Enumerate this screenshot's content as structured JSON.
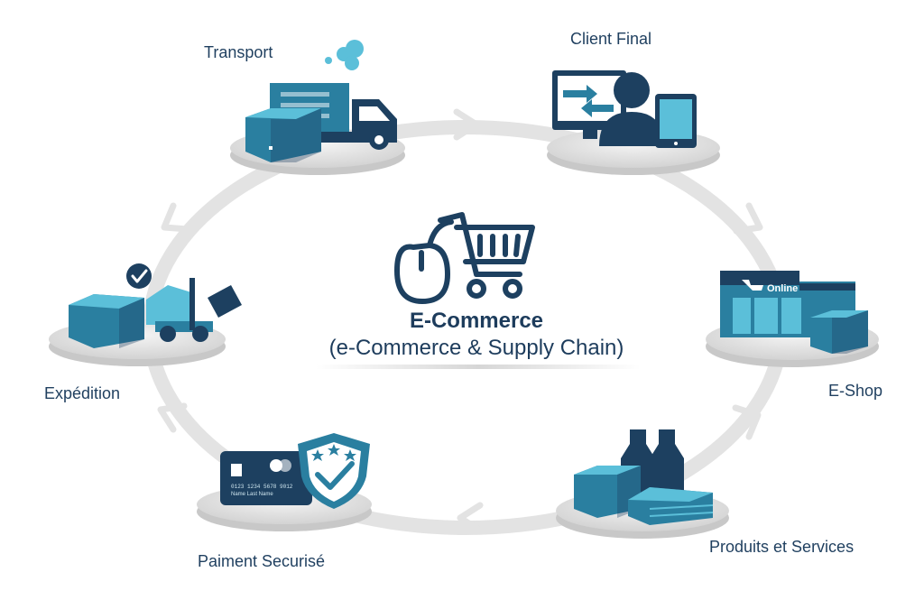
{
  "center": {
    "title": "E-Commerce",
    "subtitle": "(e-Commerce & Supply Chain)"
  },
  "steps": {
    "transport": "Transport",
    "client_final": "Client Final",
    "eshop": "E-Shop",
    "produits": "Produits et Services",
    "paiement": "Paiment Securisé",
    "expedition": "Expédition"
  },
  "badges": {
    "online": "Online",
    "card_number": "0123 1234 5678 9012",
    "card_name": "Name Last Name"
  },
  "colors": {
    "navy": "#1d4060",
    "teal": "#2a7fa0",
    "light_teal": "#5bbfd9",
    "ring": "#e2e2e2",
    "platform": "#d8d8d8"
  }
}
